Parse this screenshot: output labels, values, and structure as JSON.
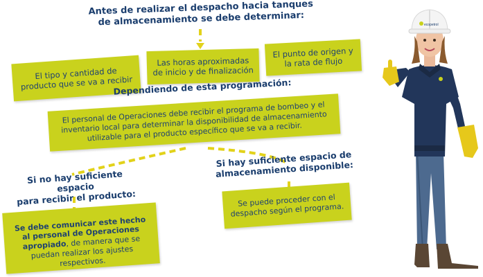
{
  "colors": {
    "heading_text": "#1a3d6d",
    "box_fill": "#c9d21d",
    "box_text": "#1f4270",
    "connector": "#e2d21a"
  },
  "heading_top": "Antes de realizar el despacho hacia tanques\nde almacenamiento  se debe determinar:",
  "box_product": "El tipo y cantidad de\nproducto que se va a recibir",
  "box_hours": "Las horas aproximadas\nde inicio y de finalización",
  "box_origin": "El punto de origen y\nla rata de flujo",
  "heading_programming": "Dependiendo de esta programación:",
  "box_operations": "El personal de Operaciones debe recibir el programa de bombeo y el\ninventario local para determinar la disponibilidad de almacenamiento\nutilizable para el producto específico que se va a recibir.",
  "heading_no_space": "Si no hay suficiente espacio\npara recibir el producto:",
  "heading_space": "Si hay suficiente espacio de\nalmacenamiento disponible:",
  "box_no_space_bold": "Se debe comunicar este hecho\nal personal de Operaciones\napropiado",
  "box_no_space_rest": ", de manera que se\npuedan realizar los ajustes\nrespectivos.",
  "box_space": "Se puede proceder con el\ndespacho según el programa.",
  "helmet_logo": "ecopetrol"
}
